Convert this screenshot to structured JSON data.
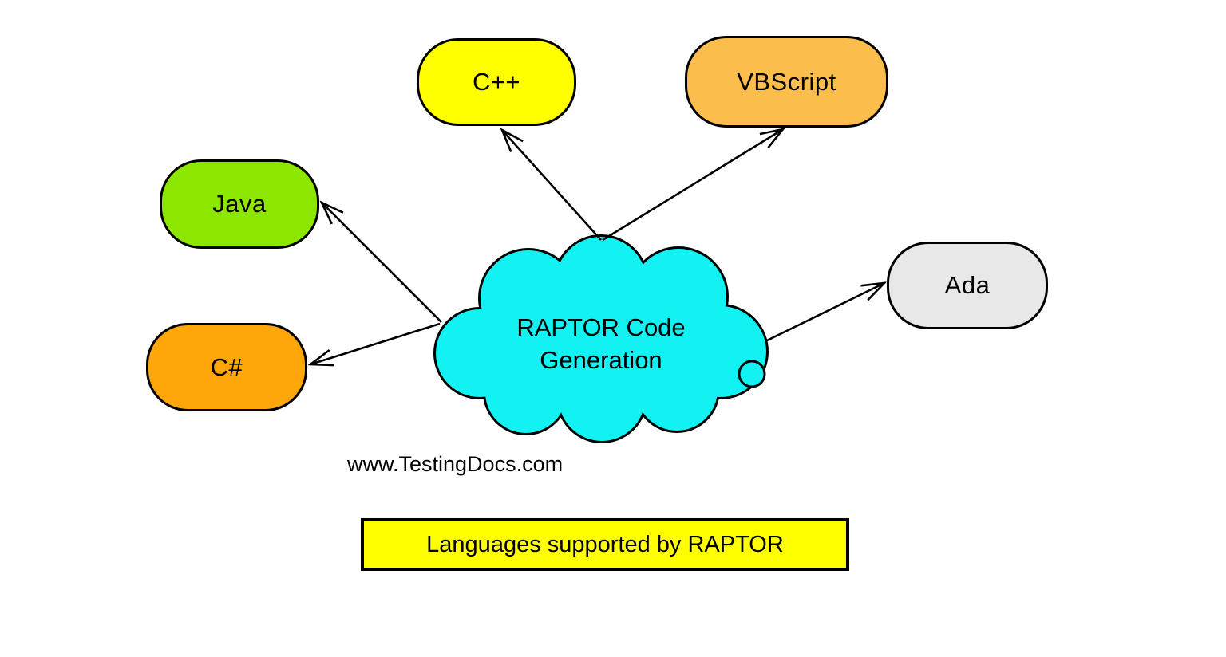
{
  "diagram": {
    "cloud": {
      "label": "RAPTOR Code Generation",
      "fill": "#12F2F2"
    },
    "nodes": [
      {
        "id": "cpp",
        "label": "C++",
        "fill": "#FFFF00"
      },
      {
        "id": "vbscript",
        "label": "VBScript",
        "fill": "#FBBE4D"
      },
      {
        "id": "java",
        "label": "Java",
        "fill": "#8CE600"
      },
      {
        "id": "csharp",
        "label": "C#",
        "fill": "#FFA60A"
      },
      {
        "id": "ada",
        "label": "Ada",
        "fill": "#E8E8E8"
      }
    ],
    "caption": {
      "text": "Languages supported by RAPTOR",
      "fill": "#FFFF00"
    },
    "watermark": "www.TestingDocs.com",
    "line_color": "#000000"
  }
}
